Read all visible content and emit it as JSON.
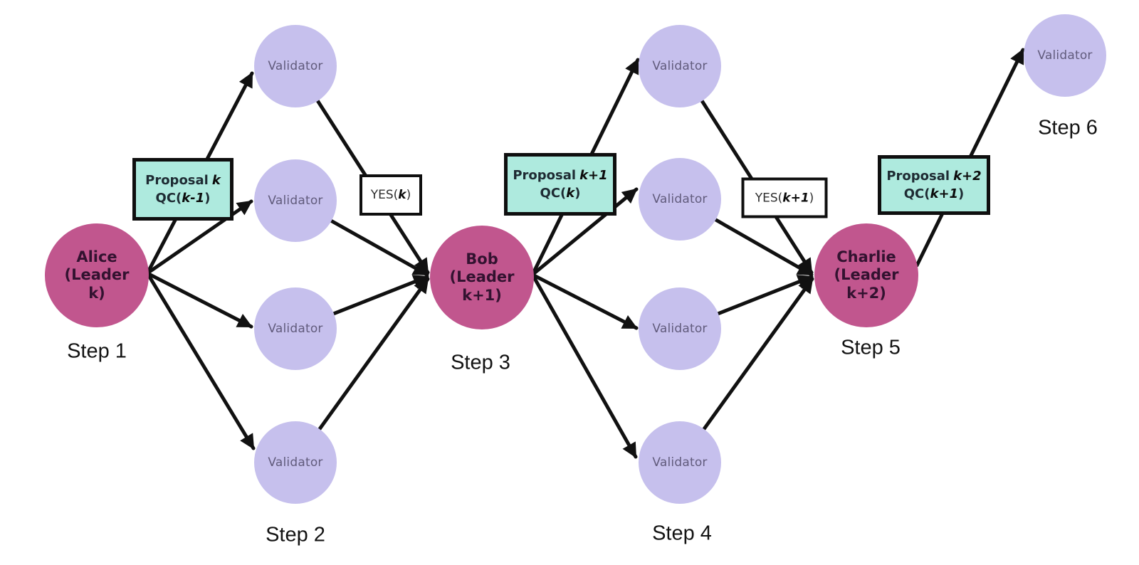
{
  "colors": {
    "background": "#ffffff",
    "leader_fill": "#c1568e",
    "leader_text": "#331230",
    "validator_fill": "#c6c0ed",
    "validator_text": "#615b7c",
    "proposal_fill": "#aeeade",
    "proposal_text": "#1e2b33",
    "vote_fill": "#ffffff",
    "vote_text": "#2f2f2f",
    "box_border": "#0f0f0f",
    "arrow": "#111111",
    "step_text": "#131313"
  },
  "leaders": [
    {
      "lines": [
        "Alice",
        "(Leader",
        "k)"
      ]
    },
    {
      "lines": [
        "Bob",
        "(Leader",
        "k+1)"
      ]
    },
    {
      "lines": [
        "Charlie",
        "(Leader",
        "k+2)"
      ]
    }
  ],
  "validator_label": "Validator",
  "steps": [
    "Step 1",
    "Step 2",
    "Step 3",
    "Step 4",
    "Step 5",
    "Step 6"
  ],
  "proposals": [
    {
      "title_prefix": "Proposal",
      "title_k": "k",
      "qc_prefix": "QC(",
      "qc_k": "k-1",
      "qc_suffix": ")"
    },
    {
      "title_prefix": "Proposal",
      "title_k": "k+1",
      "qc_prefix": "QC(",
      "qc_k": "k",
      "qc_suffix": ")"
    },
    {
      "title_prefix": "Proposal",
      "title_k": "k+2",
      "qc_prefix": "QC(",
      "qc_k": "k+1",
      "qc_suffix": ")"
    }
  ],
  "votes": [
    {
      "prefix": "YES(",
      "k": "k",
      "suffix": ")"
    },
    {
      "prefix": "YES(",
      "k": "k+1",
      "suffix": ")"
    }
  ]
}
